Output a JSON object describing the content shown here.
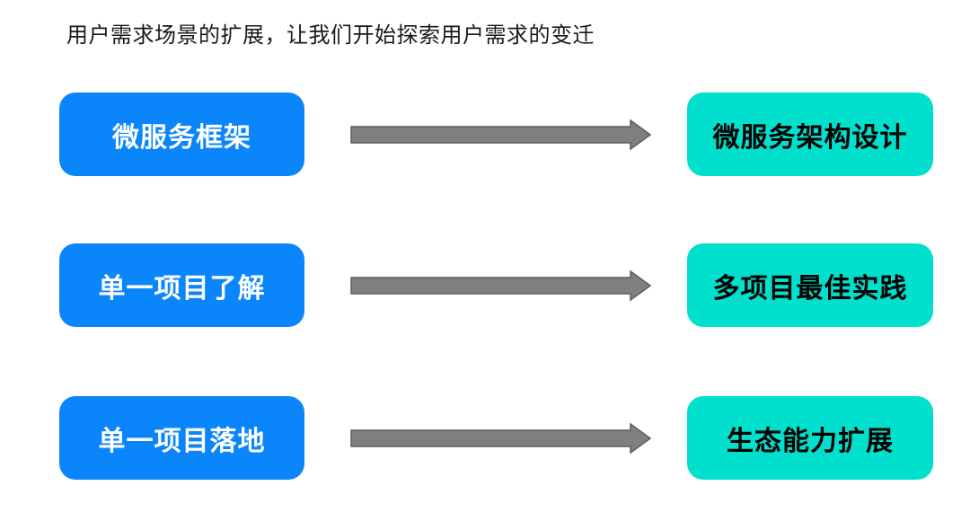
{
  "title": "用户需求场景的扩展，让我们开始探索用户需求的变迁",
  "rows": [
    {
      "left": "微服务框架",
      "right": "微服务架构设计"
    },
    {
      "left": "单一项目了解",
      "right": "多项目最佳实践"
    },
    {
      "left": "单一项目落地",
      "right": "生态能力扩展"
    }
  ],
  "icons": {
    "arrow": "right-arrow-icon"
  },
  "colors": {
    "background": "#ffffff",
    "title_text": "#1a1a1a",
    "left_box": "#0a86fa",
    "left_text": "#ffffff",
    "right_box": "#00e0cc",
    "right_text": "#000000",
    "arrow_fill": "#7f7f7f",
    "arrow_stroke": "#5e5e5e"
  }
}
